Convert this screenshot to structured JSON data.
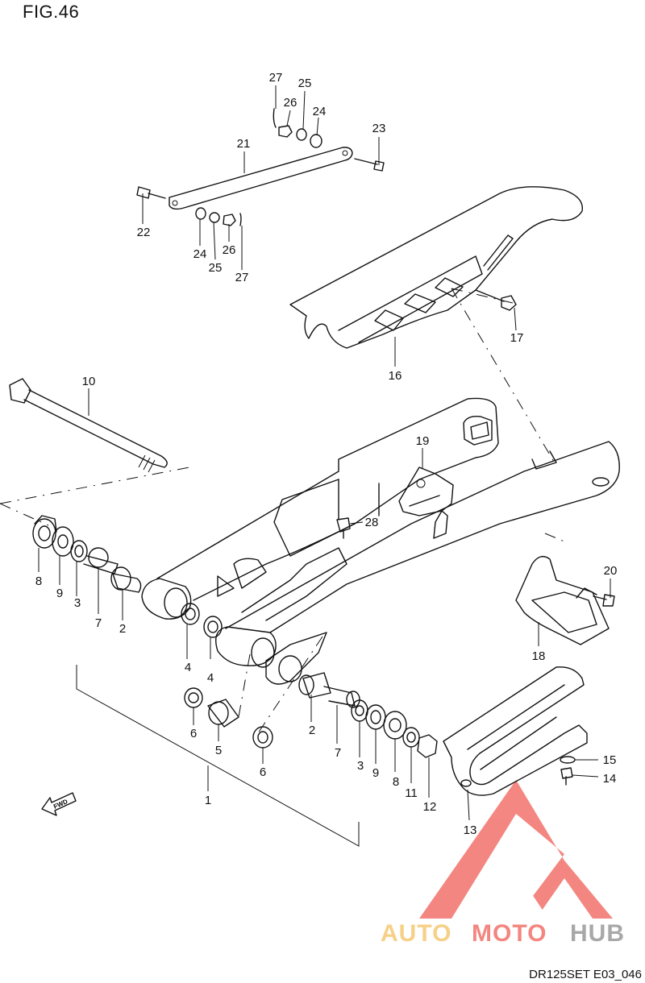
{
  "figure": {
    "title": "FIG.46",
    "code": "DR125SET E03_046"
  },
  "direction_arrow": {
    "label": "FWD"
  },
  "watermark": {
    "auto": "AUTO",
    "moto": "MOTO",
    "hub": "HUB",
    "colors": {
      "triangle": "#f2726b",
      "auto": "#f5c873",
      "moto": "#f2726b",
      "hub": "#9a9a9a"
    }
  },
  "callouts": [
    {
      "id": "c27a",
      "label": "27"
    },
    {
      "id": "c25a",
      "label": "25"
    },
    {
      "id": "c26a",
      "label": "26"
    },
    {
      "id": "c24a",
      "label": "24"
    },
    {
      "id": "c23",
      "label": "23"
    },
    {
      "id": "c21",
      "label": "21"
    },
    {
      "id": "c22",
      "label": "22"
    },
    {
      "id": "c24b",
      "label": "24"
    },
    {
      "id": "c26b",
      "label": "26"
    },
    {
      "id": "c25b",
      "label": "25"
    },
    {
      "id": "c27b",
      "label": "27"
    },
    {
      "id": "c17",
      "label": "17"
    },
    {
      "id": "c16",
      "label": "16"
    },
    {
      "id": "c10",
      "label": "10"
    },
    {
      "id": "c19",
      "label": "19"
    },
    {
      "id": "c28",
      "label": "28"
    },
    {
      "id": "c20",
      "label": "20"
    },
    {
      "id": "c18",
      "label": "18"
    },
    {
      "id": "c8a",
      "label": "8"
    },
    {
      "id": "c9a",
      "label": "9"
    },
    {
      "id": "c3a",
      "label": "3"
    },
    {
      "id": "c7a",
      "label": "7"
    },
    {
      "id": "c2a",
      "label": "2"
    },
    {
      "id": "c4a",
      "label": "4"
    },
    {
      "id": "c4b",
      "label": "4"
    },
    {
      "id": "c6a",
      "label": "6"
    },
    {
      "id": "c5",
      "label": "5"
    },
    {
      "id": "c6b",
      "label": "6"
    },
    {
      "id": "c2b",
      "label": "2"
    },
    {
      "id": "c7b",
      "label": "7"
    },
    {
      "id": "c3b",
      "label": "3"
    },
    {
      "id": "c9b",
      "label": "9"
    },
    {
      "id": "c8b",
      "label": "8"
    },
    {
      "id": "c11",
      "label": "11"
    },
    {
      "id": "c12",
      "label": "12"
    },
    {
      "id": "c15",
      "label": "15"
    },
    {
      "id": "c14",
      "label": "14"
    },
    {
      "id": "c13",
      "label": "13"
    },
    {
      "id": "c1",
      "label": "1"
    }
  ]
}
